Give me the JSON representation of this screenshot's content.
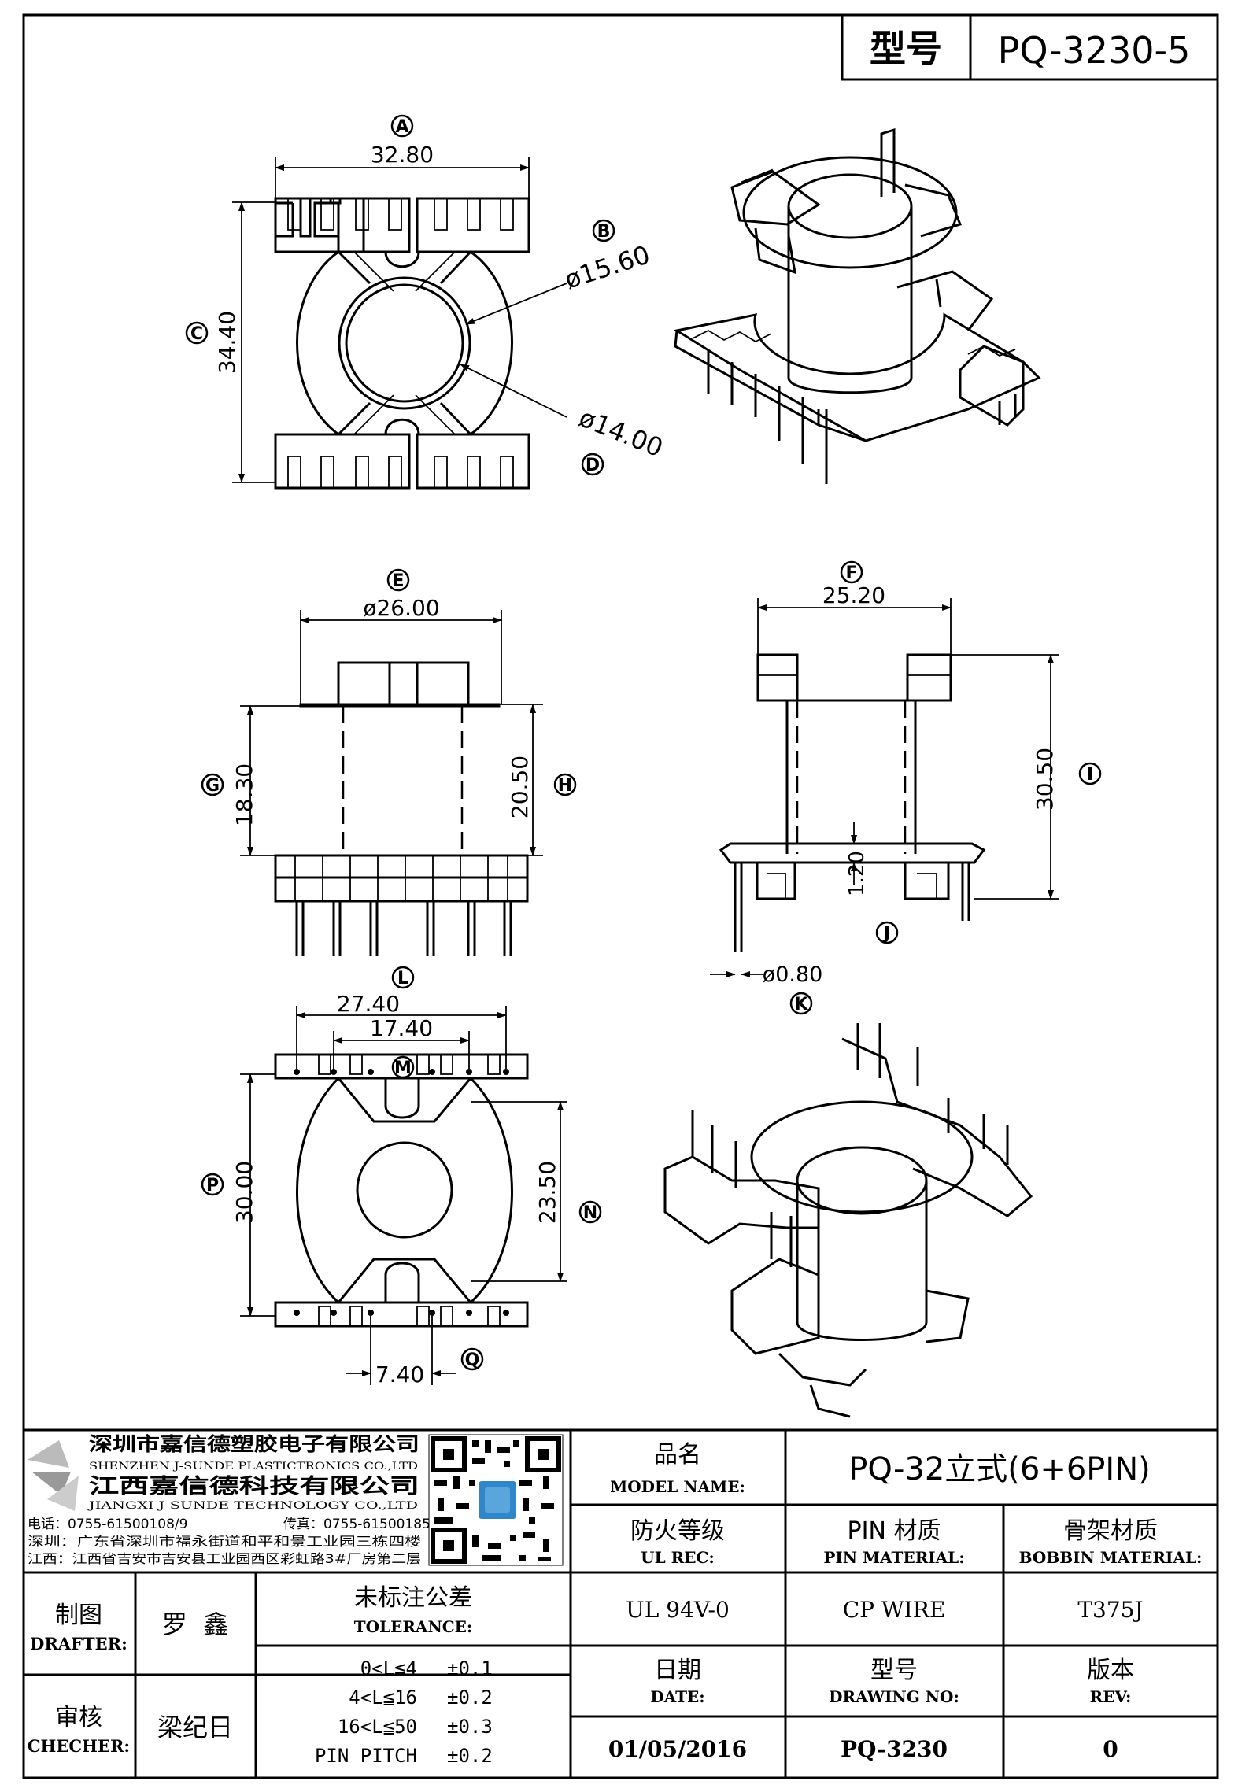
{
  "header": {
    "model_label": "型号",
    "model_value": "PQ-3230-5"
  },
  "dimensions": {
    "A": {
      "letter": "A",
      "value": "32.80"
    },
    "B": {
      "letter": "B",
      "value": "ø15.60"
    },
    "C": {
      "letter": "C",
      "value": "34.40"
    },
    "D": {
      "letter": "D",
      "value": "ø14.00"
    },
    "E": {
      "letter": "E",
      "value": "ø26.00"
    },
    "F": {
      "letter": "F",
      "value": "25.20"
    },
    "G": {
      "letter": "G",
      "value": "18.30"
    },
    "H": {
      "letter": "H",
      "value": "20.50"
    },
    "I": {
      "letter": "I",
      "value": "30.50"
    },
    "J": {
      "letter": "J",
      "value": "1.20"
    },
    "K": {
      "letter": "K",
      "value": "ø0.80"
    },
    "L": {
      "letter": "L",
      "value": "27.40"
    },
    "M": {
      "letter": "M",
      "value": "17.40"
    },
    "N": {
      "letter": "N",
      "value": "23.50"
    },
    "P": {
      "letter": "P",
      "value": "30.00"
    },
    "Q": {
      "letter": "Q",
      "value": "7.40"
    }
  },
  "company": {
    "name_cn_1": "深圳市嘉信德塑胶电子有限公司",
    "name_en_1": "SHENZHEN J-SUNDE PLASTICTRONICS CO.,LTD",
    "name_cn_2": "江西嘉信德科技有限公司",
    "name_en_2": "JIANGXI J-SUNDE TECHNOLOGY CO.,LTD",
    "phone": "电话：0755-61500108/9",
    "fax": "传真：0755-61500185",
    "addr_sz": "深圳：广东省深圳市福永街道和平和景工业园三栋四楼",
    "addr_jx": "江西：江西省吉安市吉安县工业园西区彩虹路3#厂房第二层"
  },
  "title_block": {
    "product_name_cn": "品名",
    "product_name_en": "MODEL NAME:",
    "product_name_value": "PQ-32立式(6+6PIN)",
    "ul_cn": "防火等级",
    "ul_en": "UL REC:",
    "ul_value": "UL 94V-0",
    "pin_cn": "PIN 材质",
    "pin_en": "PIN MATERIAL:",
    "pin_value": "CP WIRE",
    "bobbin_cn": "骨架材质",
    "bobbin_en": "BOBBIN MATERIAL:",
    "bobbin_value": "T375J",
    "drafter_cn": "制图",
    "drafter_en": "DRAFTER:",
    "drafter_name": "罗  鑫",
    "checker_cn": "审核",
    "checker_en": "CHECHER:",
    "checker_name": "梁纪日",
    "tolerance_cn": "未标注公差",
    "tolerance_en": "TOLERANCE:",
    "tolerances": [
      {
        "range": "0<L≦4",
        "tol": "±0.1"
      },
      {
        "range": "4<L≦16",
        "tol": "±0.2"
      },
      {
        "range": "16<L≦50",
        "tol": "±0.3"
      },
      {
        "range": "PIN PITCH",
        "tol": "±0.2"
      }
    ],
    "date_cn": "日期",
    "date_en": "DATE:",
    "date_value": "01/05/2016",
    "drawing_cn": "型号",
    "drawing_en": "DRAWING NO:",
    "drawing_value": "PQ-3230",
    "rev_cn": "版本",
    "rev_en": "REV:",
    "rev_value": "0"
  }
}
